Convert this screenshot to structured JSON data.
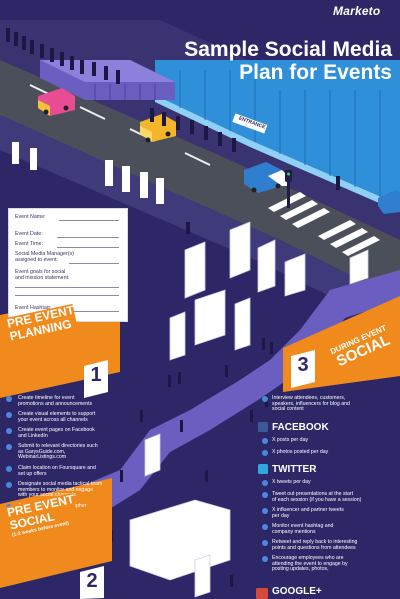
{
  "brand": "Marketo",
  "title_line1": "Sample Social Media",
  "title_line2": "Plan for Events",
  "entrance_sign": "ENTRANCE",
  "form": {
    "fields": [
      "Event Name:",
      "Event Date:",
      "Event Time:",
      "Social Media Manager(s)",
      "assigned to event:",
      "Event goals for social",
      "and mission statement:",
      "Event Hashtag:"
    ]
  },
  "pre_event": {
    "heading1": "PRE EVENT",
    "heading2": "PLANNING",
    "number": "1",
    "items": [
      [
        "Create timeline for event",
        "promotions and announcements"
      ],
      [
        "Create visual elements to support",
        "your event across all channels"
      ],
      [
        "Create event pages on Facebook",
        "and LinkedIn"
      ],
      [
        "Submit to relevant directories such",
        "as GarysGuide.com,",
        "WebinarListings.com"
      ],
      [
        "Claim location on Foursquare and",
        "set up offers"
      ],
      [
        "Designate social media tactical team",
        "members to monitor and engage",
        "with your social channels"
      ],
      [
        "Assign or hire a photographer"
      ]
    ]
  },
  "pre_social": {
    "heading1": "PRE EVENT",
    "heading2": "SOCIAL",
    "subheading": "(1-2 weeks before event)",
    "number": "2"
  },
  "during": {
    "heading1": "DURING EVENT",
    "heading2": "SOCIAL",
    "number": "3",
    "intro": [
      "Interview attendees, customers,",
      "speakers, influencers for blog and",
      "social content"
    ],
    "facebook": {
      "name": "FACEBOOK",
      "icon": "facebook-icon",
      "items": [
        [
          "X posts per day"
        ],
        [
          "X photos posted per day"
        ]
      ]
    },
    "twitter": {
      "name": "TWITTER",
      "icon": "twitter-icon",
      "items": [
        [
          "X tweets per day"
        ],
        [
          "Tweet out presentations at the start",
          "of each session (if you have a session)"
        ],
        [
          "X influencer and partner tweets",
          "per day"
        ],
        [
          "Monitor event hashtag and",
          "company mentions"
        ],
        [
          "Retweet and reply back to interesting",
          "points and questions from attendees"
        ],
        [
          "Encourage employees who are",
          "attending the event to engage by",
          "posting updates, photos,"
        ]
      ]
    },
    "googleplus": {
      "name": "GOOGLE+",
      "icon": "google-plus-icon"
    }
  },
  "colors": {
    "background": "#2d2768",
    "street": "#4b4f5a",
    "building_glass": "#2f8fd8",
    "banner_orange": "#f08a1c",
    "bullet_blue": "#4a89d8",
    "path_purple": "#6a5fc1"
  }
}
